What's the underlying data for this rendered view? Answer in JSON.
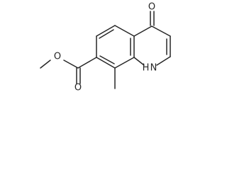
{
  "molecule": {
    "atom_labels": {
      "carbonyl_oxygen": "O",
      "ester_carbonyl_oxygen": "O",
      "ester_ether_oxygen": "O",
      "ring_nitrogen": "H N"
    },
    "colors": {
      "bond": "#262626",
      "label": "#262626",
      "background": "#ffffff"
    }
  }
}
